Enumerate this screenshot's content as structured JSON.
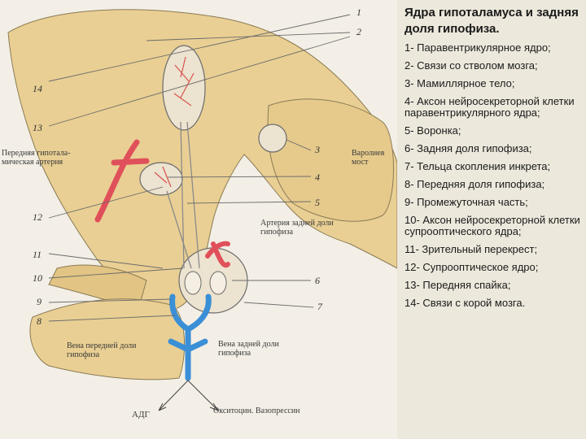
{
  "title": "Ядра гипоталамуса и задняя доля гипофиза.",
  "legend": [
    "1- Паравентрикулярное ядро;",
    "2- Связи со стволом мозга;",
    "3- Мамиллярное тело;",
    "4- Аксон нейросекреторной клетки паравентрикулярного ядра;",
    "5- Воронка;",
    "6- Задняя доля гипофиза;",
    "7- Тельца скопления инкрета;",
    "8- Передняя доля гипофиза;",
    "9- Промежуточная часть;",
    "10- Аксон нейросекреторной клетки супрооптического ядра;",
    "11- Зрительный перекрест;",
    "12- Супрооптическое ядро;",
    "13- Передняя спайка;",
    "14- Связи с корой мозга."
  ],
  "figure_labels": {
    "anterior_artery": "Передняя гипотала-\nмическая артерия",
    "pons": "Варолиев\nмост",
    "posterior_artery": "Артерия задней доли\nгипофиза",
    "anterior_vein": "Вена передней доли\nгипофиза",
    "posterior_vein": "Вена задней доли\nгипофиза",
    "adh": "АДГ",
    "oxytocin": "Окситоцин. Вазопрессин"
  },
  "numbers": [
    "1",
    "2",
    "3",
    "4",
    "5",
    "6",
    "7",
    "8",
    "9",
    "10",
    "11",
    "12",
    "13",
    "14"
  ],
  "colors": {
    "tissue": "#e9cf93",
    "nucleus": "#ece3d0",
    "artery": "#e0505a",
    "vein": "#3a8fd6",
    "line": "#6b6b6b"
  }
}
